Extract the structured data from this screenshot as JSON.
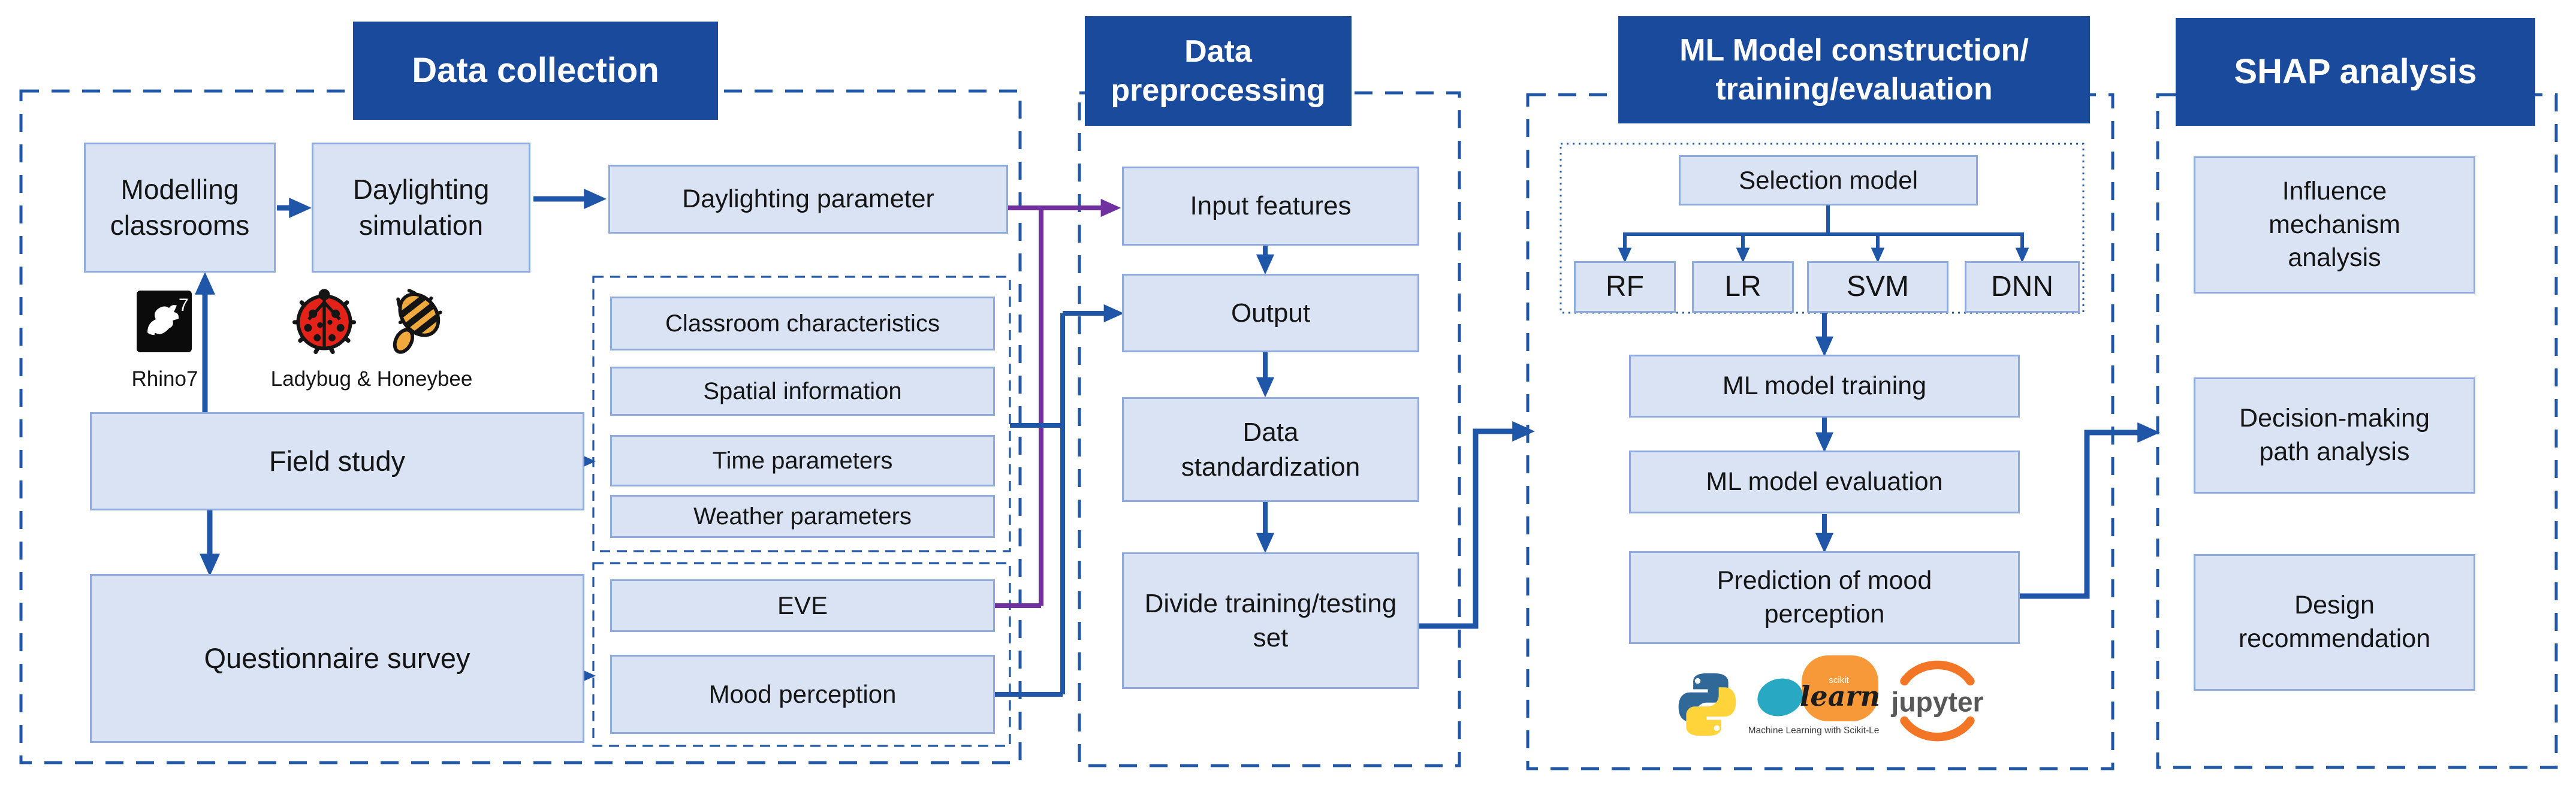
{
  "data_collection": {
    "title": "Data collection",
    "modelling_classrooms": "Modelling classrooms",
    "daylighting_simulation": "Daylighting simulation",
    "daylighting_parameter": "Daylighting parameter",
    "rhino_label": "Rhino7",
    "rhino_badge": "7",
    "ladybug_honeybee_label": "Ladybug & Honeybee",
    "field_study": "Field study",
    "questionnaire_survey": "Questionnaire survey",
    "field_parameters": [
      "Classroom characteristics",
      "Spatial information",
      "Time parameters",
      "Weather parameters"
    ],
    "survey_outputs": [
      "EVE",
      "Mood perception"
    ]
  },
  "data_preprocessing": {
    "title": "Data preprocessing",
    "steps": [
      "Input features",
      "Output",
      "Data standardization",
      "Divide training/testing set"
    ]
  },
  "ml_model": {
    "title_line1": "ML Model construction/",
    "title_line2": "training/evaluation",
    "selection_model": "Selection model",
    "algorithms": [
      "RF",
      "LR",
      "SVM",
      "DNN"
    ],
    "steps": [
      "ML model training",
      "ML model evaluation",
      "Prediction of mood perception"
    ],
    "logos": {
      "scikit_small": "scikit",
      "scikit_word": "learn",
      "scikit_caption": "Machine Learning with Scikit-Le",
      "jupyter_word": "jupyter"
    }
  },
  "shap_analysis": {
    "title": "SHAP analysis",
    "boxes": [
      "Influence mechanism analysis",
      "Decision-making path analysis",
      "Design recommendation"
    ]
  },
  "colors": {
    "header_bg": "#1a4a9c",
    "box_fill": "#dae3f3",
    "box_border": "#8faadc",
    "flow_blue": "#1f56a8",
    "flow_purple": "#7030a0",
    "dash_border_blue": "#2157a7",
    "ladybug_red": "#e32219",
    "honeybee_yellow": "#f0a93c",
    "python_blue": "#306998",
    "python_yellow": "#ffd43b",
    "scikit_orange": "#f89939",
    "scikit_teal": "#29a8c4",
    "jupyter_orange": "#f37626"
  }
}
